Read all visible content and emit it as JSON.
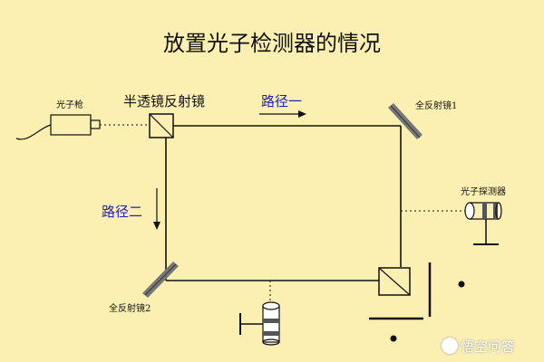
{
  "title": "放置光子检测器的情况",
  "labels": {
    "photon_gun": "光子枪",
    "half_mirror": "半透镜反射镜",
    "full_mirror_1": "全反射镜1",
    "full_mirror_2": "全反射镜2",
    "photon_detector": "光子探测器",
    "path_one": "路径一",
    "path_two": "路径二"
  },
  "watermark": "悟空问答",
  "colors": {
    "background": "#fbf0b2",
    "path_label": "#2020c0",
    "line": "#111111"
  }
}
